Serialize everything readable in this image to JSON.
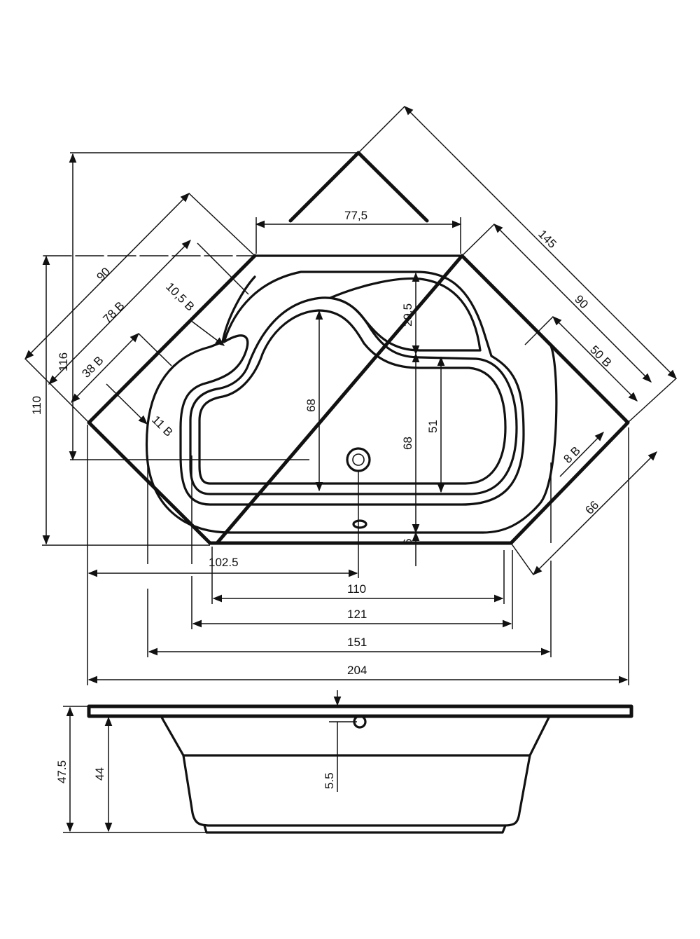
{
  "plan_dimensions": {
    "top_edge": "77,5",
    "diagonal_total": "145",
    "right_diag_outer": "90",
    "right_diag_basin": "50 B",
    "right_diag_ledge": "8 B",
    "right_bevel": "66",
    "left_diag_outer": "90",
    "left_diag_basin": "78 B",
    "left_ledge_a": "10,5 B",
    "left_diag_inner": "38 B",
    "left_ledge_b": "11 B",
    "left_height_outer": "116",
    "left_height_total": "110",
    "basin_depth_left": "68",
    "basin_depth_right": "68",
    "seat_depth": "29.5",
    "inner_depth": "51",
    "drain_offset": "6",
    "drain_x": "102.5",
    "width_110": "110",
    "width_121": "121",
    "width_151": "151",
    "width_204": "204"
  },
  "section_dimensions": {
    "height_total": "47.5",
    "height_inner": "44",
    "rim_offset": "5.5"
  }
}
